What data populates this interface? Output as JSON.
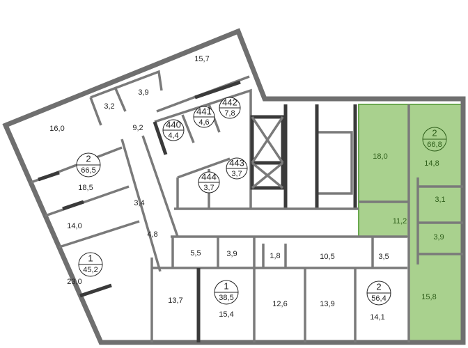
{
  "plan": {
    "highlight_color": "#a9d18e",
    "wall_color": "#6f6f6f",
    "rooms": {
      "r15_7": "15,7",
      "r3_2": "3,2",
      "r3_9a": "3,9",
      "r16_0": "16,0",
      "r9_2": "9,2",
      "r18_5": "18,5",
      "r3_4": "3,4",
      "r14_0": "14,0",
      "r4_8": "4,8",
      "r23_0": "23,0",
      "r5_5": "5,5",
      "r3_9b": "3,9",
      "r1_8": "1,8",
      "r10_5": "10,5",
      "r3_5": "3,5",
      "r13_7": "13,7",
      "r15_4": "15,4",
      "r12_6": "12,6",
      "r13_9": "13,9",
      "r14_1": "14,1",
      "r18_0": "18,0",
      "r14_8": "14,8",
      "r3_1": "3,1",
      "r11_2": "11,2",
      "r3_9c": "3,9",
      "r15_8": "15,8"
    },
    "apartments": [
      {
        "rooms": "2",
        "area": "66,5"
      },
      {
        "rooms": "1",
        "area": "45,2"
      },
      {
        "rooms": "1",
        "area": "38,5"
      },
      {
        "rooms": "2",
        "area": "56,4"
      },
      {
        "rooms": "2",
        "area": "66,8",
        "highlighted": true
      }
    ],
    "storage": [
      {
        "number": "440",
        "area": "4,4"
      },
      {
        "number": "441",
        "area": "4,6"
      },
      {
        "number": "442",
        "area": "7,8"
      },
      {
        "number": "443",
        "area": "3,7"
      },
      {
        "number": "444",
        "area": "3,7"
      }
    ]
  }
}
